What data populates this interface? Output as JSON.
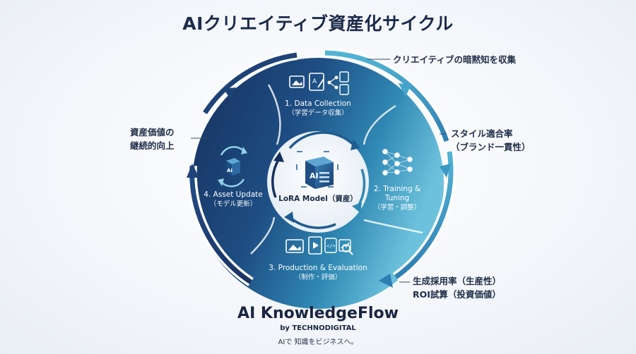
{
  "title": "AIクリエイティブ資産化サイクル",
  "annotations": {
    "top_right": "クリエイティブの暗黙知を収集",
    "right_1": "スタイル適合率",
    "right_2": "（ブランド一貫性）",
    "bottom_right_1": "生成採用率（生産性）",
    "bottom_right_2": "ROI試算（投資価値）",
    "left_1": "資産価値の",
    "left_2": "継続的向上"
  },
  "segments": [
    {
      "title": "1. Data Collection",
      "subtitle": "（学習データ収集）"
    },
    {
      "title_1": "2. Training &",
      "title_2": "Tuning",
      "subtitle": "（学習・調整）"
    },
    {
      "title": "3. Production & Evaluation",
      "subtitle": "（制作・評価）"
    },
    {
      "title": "4. Asset Update",
      "subtitle": "（モデル更新）"
    }
  ],
  "center": {
    "label": "LoRA Model（資産）",
    "badge": "AI"
  },
  "asset_badge": "AI",
  "brand": {
    "name": "AI KnowledgeFlow",
    "by": "by TECHNODIGITAL",
    "tagline": "AIで 知識をビジネスへ。"
  },
  "colors": {
    "dark_navy": "#16305c",
    "mid_blue": "#1f5c8f",
    "teal": "#3ea7c8",
    "light_teal": "#7cc8de"
  }
}
